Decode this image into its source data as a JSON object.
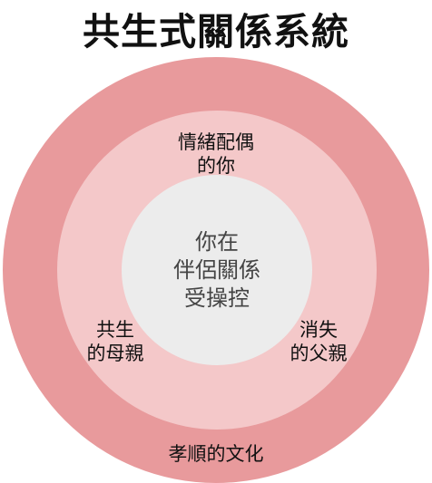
{
  "title": "共生式關係系統",
  "colors": {
    "outer_ring": "#e89a9c",
    "middle_ring": "#f4c8c9",
    "inner_circle": "#ececec"
  },
  "diagram": {
    "center": {
      "lines": [
        "你在",
        "伴侶關係",
        "受操控"
      ]
    },
    "top": {
      "lines": [
        "情緒配偶",
        "的你"
      ]
    },
    "left": {
      "lines": [
        "共生",
        "的母親"
      ]
    },
    "right": {
      "lines": [
        "消失",
        "的父親"
      ]
    },
    "bottom": {
      "lines": [
        "孝順的文化"
      ]
    }
  }
}
